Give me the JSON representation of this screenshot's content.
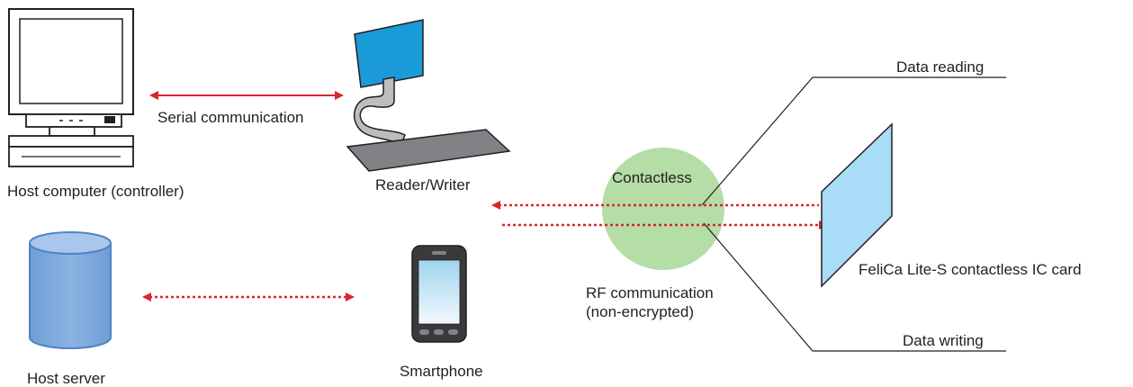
{
  "labels": {
    "host_computer": "Host computer (controller)",
    "serial_communication": "Serial communication",
    "reader_writer": "Reader/Writer",
    "host_server": "Host server",
    "smartphone": "Smartphone",
    "contactless": "Contactless",
    "rf_communication_line1": "RF communication",
    "rf_communication_line2": "(non-encrypted)",
    "data_reading": "Data reading",
    "data_writing": "Data writing",
    "ic_card": "FeliCa Lite-S contactless IC card"
  },
  "colors": {
    "solid_arrow": "#d7262e",
    "dotted_arrow": "#d7262e",
    "rf_field": "#b5dda6",
    "card": "#a9dcf6",
    "reader_screen": "#1b9ad8",
    "server": "#7ba6d9",
    "outline": "#231f20"
  },
  "icons": [
    "computer-icon",
    "reader-writer-icon",
    "server-icon",
    "smartphone-icon",
    "ic-card-icon"
  ]
}
